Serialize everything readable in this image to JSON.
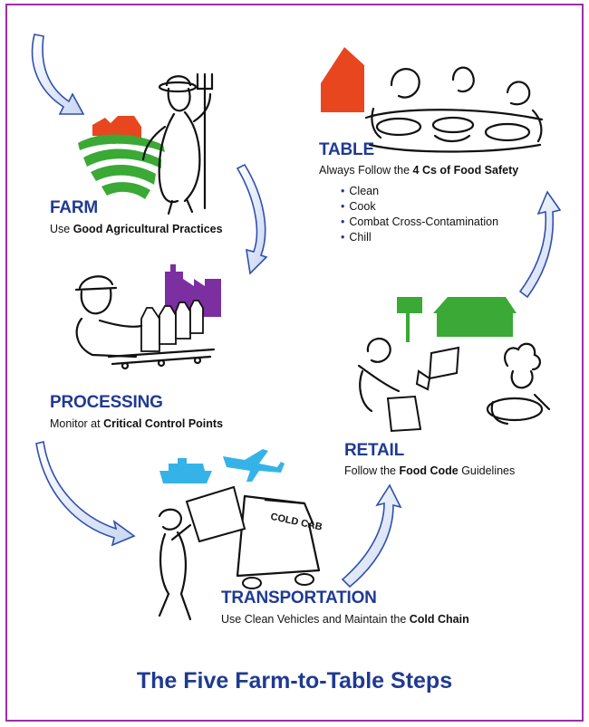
{
  "steps": {
    "farm": {
      "title": "FARM",
      "desc_pre": "Use ",
      "desc_bold": "Good Agricultural Practices",
      "desc_post": ""
    },
    "processing": {
      "title": "PROCESSING",
      "desc_pre": "Monitor at ",
      "desc_bold": "Critical Control Points",
      "desc_post": ""
    },
    "transportation": {
      "title": "TRANSPORTATION",
      "desc_pre": "Use Clean Vehicles and Maintain the ",
      "desc_bold": "Cold Chain",
      "desc_post": ""
    },
    "retail": {
      "title": "RETAIL",
      "desc_pre": "Follow the ",
      "desc_bold": "Food Code",
      "desc_post": " Guidelines"
    },
    "table": {
      "title": "TABLE",
      "desc_pre": "Always Follow the ",
      "desc_bold": "4 Cs of Food Safety",
      "desc_post": "",
      "bullets": [
        "Clean",
        "Cook",
        "Combat Cross-Contamination",
        "Chill"
      ]
    }
  },
  "truck_label": "COLD CAB",
  "main_title": "The Five Farm-to-Table Steps",
  "colors": {
    "title_blue": "#1f3a93",
    "frame_purple": "#9b2fa7",
    "farm_red": "#e8461f",
    "field_green": "#3aa935",
    "factory_purple": "#7b2fa0",
    "transport_blue": "#35b3e8",
    "retail_green": "#3aa935",
    "home_red": "#e8461f"
  }
}
